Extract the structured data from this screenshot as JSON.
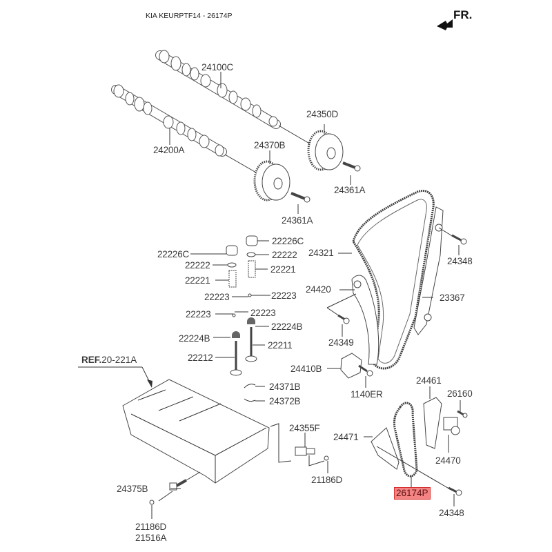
{
  "header": {
    "title": "KIA KEURPTF14 - 26174P",
    "orientation_label": "FR.",
    "orientation_icon": "front-direction-arrow-icon"
  },
  "reference": {
    "prefix": "REF.",
    "code": "20-221A"
  },
  "highlighted_part": "26174P",
  "highlight_color": "#f05a5a",
  "parts": [
    {
      "id": "camshaft-exhaust",
      "label": "24100C"
    },
    {
      "id": "camshaft-intake",
      "label": "24200A"
    },
    {
      "id": "cvvt-exhaust",
      "label": "24350D"
    },
    {
      "id": "cvvt-intake",
      "label": "24370B"
    },
    {
      "id": "cvvt-bolt-exhaust",
      "label": "24361A"
    },
    {
      "id": "cvvt-bolt-intake",
      "label": "24361A"
    },
    {
      "id": "timing-chain",
      "label": "24321"
    },
    {
      "id": "chain-guide-bolt-top",
      "label": "24348"
    },
    {
      "id": "tensioner-arm",
      "label": "24420"
    },
    {
      "id": "chain-guide",
      "label": "23367"
    },
    {
      "id": "tensioner-arm-bolt",
      "label": "24349"
    },
    {
      "id": "chain-tensioner",
      "label": "24410B"
    },
    {
      "id": "tensioner-bolt",
      "label": "1140ER"
    },
    {
      "id": "tappet-left",
      "label": "22226C"
    },
    {
      "id": "tappet-right",
      "label": "22226C"
    },
    {
      "id": "retainer-left",
      "label": "22222"
    },
    {
      "id": "retainer-right",
      "label": "22222"
    },
    {
      "id": "spring-left",
      "label": "22221"
    },
    {
      "id": "spring-right",
      "label": "22221"
    },
    {
      "id": "cotter-1-left",
      "label": "22223"
    },
    {
      "id": "cotter-1-right",
      "label": "22223"
    },
    {
      "id": "cotter-2-left",
      "label": "22223"
    },
    {
      "id": "cotter-2-right",
      "label": "22223"
    },
    {
      "id": "stem-seal-left",
      "label": "22224B"
    },
    {
      "id": "stem-seal-right",
      "label": "22224B"
    },
    {
      "id": "valve-exhaust",
      "label": "22212"
    },
    {
      "id": "valve-intake",
      "label": "22211"
    },
    {
      "id": "bearing-cap-1",
      "label": "24371B"
    },
    {
      "id": "bearing-cap-2",
      "label": "24372B"
    },
    {
      "id": "ocv-valve",
      "label": "24355F"
    },
    {
      "id": "ocv-plug",
      "label": "21186D"
    },
    {
      "id": "oil-pump-guide",
      "label": "24461"
    },
    {
      "id": "oil-pump-tensioner-bolt",
      "label": "26160"
    },
    {
      "id": "oil-pump-chain-guide",
      "label": "24471"
    },
    {
      "id": "oil-pump-tensioner",
      "label": "24470"
    },
    {
      "id": "oil-pump-chain",
      "label": "26174P"
    },
    {
      "id": "oil-pump-guide-bolt",
      "label": "24348"
    },
    {
      "id": "cvvt-sensor",
      "label": "24375B"
    },
    {
      "id": "sensor-plug",
      "label": "21186D"
    },
    {
      "id": "sensor-gasket",
      "label": "21516A"
    }
  ]
}
